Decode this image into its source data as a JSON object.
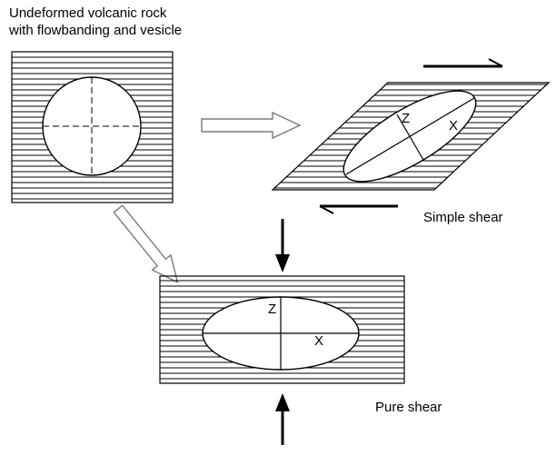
{
  "title": {
    "line1": "Undeformed volcanic rock",
    "line2": "with flowbanding and vesicle"
  },
  "labels": {
    "simple_shear": "Simple shear",
    "pure_shear": "Pure shear"
  },
  "axes": {
    "simple": {
      "z": "Z",
      "x": "X"
    },
    "pure": {
      "z": "Z",
      "x": "X"
    }
  }
}
